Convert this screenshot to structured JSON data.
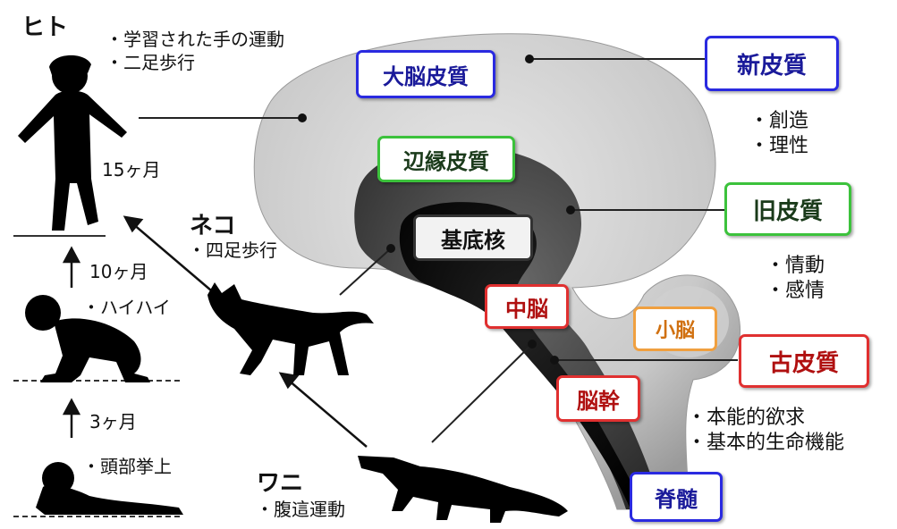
{
  "human": {
    "title": "ヒト",
    "traits": [
      "・学習された手の運動",
      "・二足歩行"
    ],
    "age_15": "15ヶ月"
  },
  "stages": {
    "age_10": "10ヶ月",
    "crawl": "・ハイハイ",
    "age_3": "3ヶ月",
    "head_lift": "・頭部挙上"
  },
  "cat": {
    "title": "ネコ",
    "trait": "・四足歩行"
  },
  "croc": {
    "title": "ワニ",
    "trait": "・腹這運動"
  },
  "brain": {
    "cerebrum": "大脳皮質",
    "limbic": "辺縁皮質",
    "basal": "基底核",
    "midbrain": "中脳",
    "cerebellum": "小脳",
    "brainstem": "脳幹",
    "spinal": "脊髄"
  },
  "cortex": {
    "neo": "新皮質",
    "neo_traits": [
      "・創造",
      "・理性"
    ],
    "old": "旧皮質",
    "old_traits": [
      "・情動",
      "・感情"
    ],
    "paleo": "古皮質",
    "paleo_traits": [
      "・本能的欲求",
      "・基本的生命機能"
    ]
  },
  "colors": {
    "blue": "#2a2ae0",
    "green": "#3cc23c",
    "red": "#e03030",
    "orange": "#f0a040"
  }
}
